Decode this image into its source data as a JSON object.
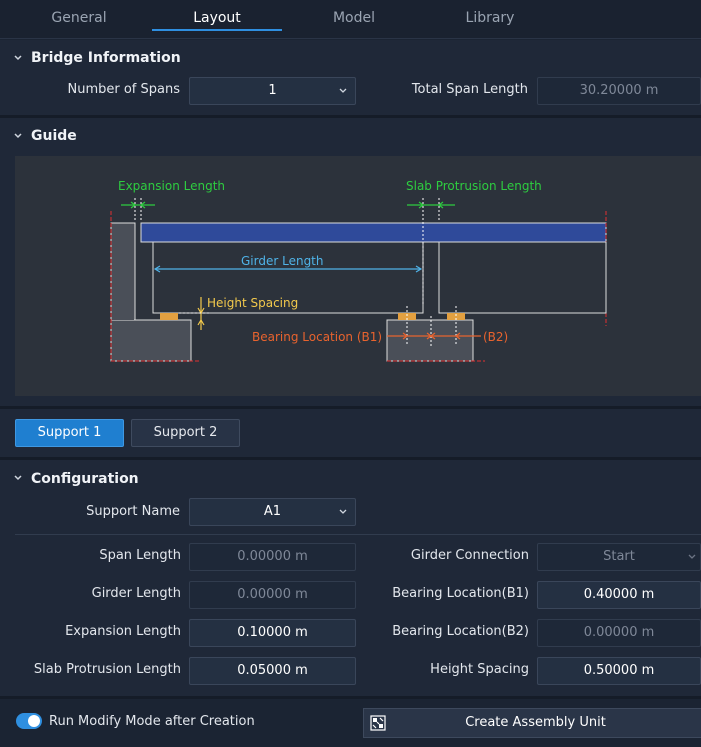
{
  "tabs": [
    {
      "label": "General"
    },
    {
      "label": "Layout"
    },
    {
      "label": "Model"
    },
    {
      "label": "Library"
    }
  ],
  "active_tab": "Layout",
  "bridge_info": {
    "title": "Bridge Information",
    "spans_label": "Number of Spans",
    "spans_value": "1",
    "total_label": "Total Span Length",
    "total_value": "30.20000  m"
  },
  "guide": {
    "title": "Guide",
    "expansion_length": "Expansion Length",
    "slab_protrusion_length": "Slab Protrusion Length",
    "girder_length": "Girder Length",
    "height_spacing": "Height Spacing",
    "bearing_b1": "Bearing Location (B1)",
    "bearing_b2": "(B2)",
    "colors": {
      "green": "#2ecc40",
      "blue": "#4fb3e8",
      "yellow": "#f2c94c",
      "orange": "#e8632e",
      "red": "#e03030",
      "deck": "#2f4a9a"
    }
  },
  "supports": [
    {
      "label": "Support 1"
    },
    {
      "label": "Support 2"
    }
  ],
  "active_support": "Support 1",
  "configuration": {
    "title": "Configuration",
    "support_name_label": "Support Name",
    "support_name_value": "A1",
    "span_length_label": "Span Length",
    "span_length_value": "0.00000  m",
    "girder_length_label": "Girder Length",
    "girder_length_value": "0.00000  m",
    "expansion_length_label": "Expansion Length",
    "expansion_length_value": "0.10000  m",
    "slab_protrusion_label": "Slab Protrusion Length",
    "slab_protrusion_value": "0.05000  m",
    "girder_connection_label": "Girder Connection",
    "girder_connection_value": "Start",
    "bearing_b1_label": "Bearing Location(B1)",
    "bearing_b1_value": "0.40000  m",
    "bearing_b2_label": "Bearing Location(B2)",
    "bearing_b2_value": "0.00000  m",
    "height_spacing_label": "Height Spacing",
    "height_spacing_value": "0.50000  m"
  },
  "footer": {
    "toggle_label": "Run Modify Mode after Creation",
    "toggle_on": true,
    "create_label": "Create Assembly Unit"
  }
}
